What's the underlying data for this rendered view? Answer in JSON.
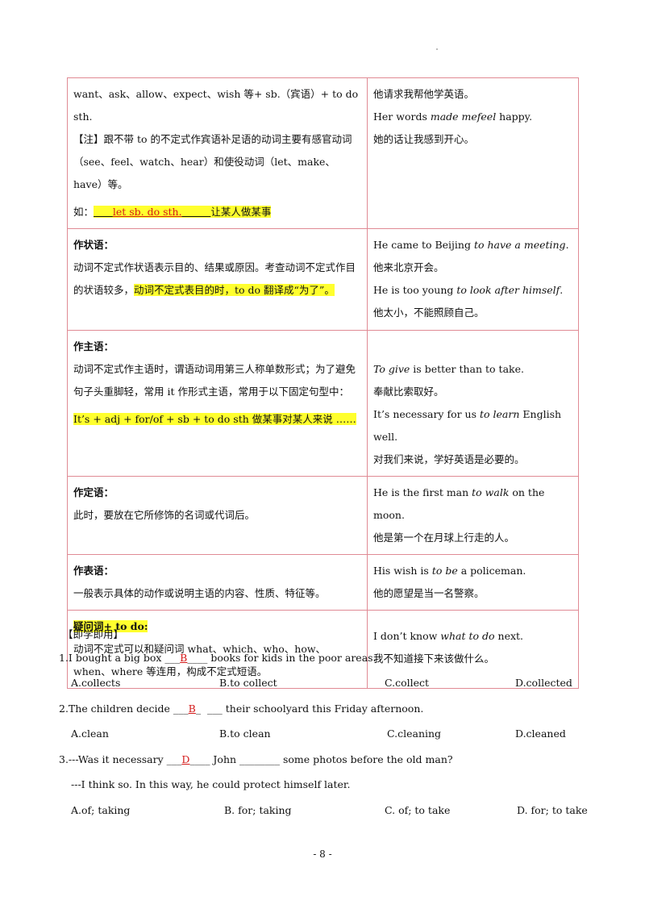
{
  "table": {
    "row1": {
      "left_line1": "want、ask、allow、expect、wish 等+ sb.（宾语）+ to do sth.",
      "left_note": "【注】跟不带 to 的不定式作宾语补足语的动词主要有感官动词（see、feel、watch、hear）和使役动词（let、make、have）等。",
      "left_example_prefix": "如：",
      "left_example_blank": "let sb. do sth.",
      "left_example_meaning": "让某人做某事",
      "right_1": "他请求我帮他学英语。",
      "right_2_pre": "Her words ",
      "right_2_em": "made mefeel",
      "right_2_post": " happy.",
      "right_3": "她的话让我感到开心。"
    },
    "row2": {
      "heading": "作状语：",
      "text_plain": "动词不定式作状语表示目的、结果或原因。考查动词不定式作目的状语较多，",
      "text_highlight": "动词不定式表目的时，to do 翻译成“为了”。",
      "right_1_pre": "He came to Beijing ",
      "right_1_em": "to have a meeting",
      "right_1_post": ".",
      "right_2": "他来北京开会。",
      "right_3_pre": "He is too young ",
      "right_3_em": "to look after himself",
      "right_3_post": ".",
      "right_4": "他太小，不能照顾自己。"
    },
    "row3": {
      "heading": "作主语：",
      "text": "动词不定式作主语时，谓语动词用第三人称单数形式；为了避免句子头重脚轻，常用 it 作形式主语，常用于以下固定句型中：",
      "pattern": "It’s + adj + for/of + sb + to do sth  做某事对某人来说 ……",
      "right_1_em": "To give",
      "right_1_post": " is better than to take.",
      "right_2": "奉献比索取好。",
      "right_3_pre": "It’s necessary for us ",
      "right_3_em": "to learn",
      "right_3_post": " English well.",
      "right_4": "对我们来说，学好英语是必要的。"
    },
    "row4": {
      "heading": "作定语：",
      "text": "此时，要放在它所修饰的名词或代词后。",
      "right_1_pre": "He is the first man ",
      "right_1_em": "to walk",
      "right_1_post": " on the moon.",
      "right_2": "他是第一个在月球上行走的人。"
    },
    "row5": {
      "heading": "作表语：",
      "text": "一般表示具体的动作或说明主语的内容、性质、特征等。",
      "right_1_pre": "His wish is ",
      "right_1_em": "to be",
      "right_1_post": " a policeman.",
      "right_2": "他的愿望是当一名警察。"
    },
    "row6": {
      "heading": "疑问词+ to do:",
      "text": "动词不定式可以和疑问词 what、which、who、how、when、where 等连用，构成不定式短语。",
      "right_1_pre": "I don’t know ",
      "right_1_em": "what to do",
      "right_1_post": " next.",
      "right_2": "我不知道接下来该做什么。"
    }
  },
  "practice": {
    "title": "【即学即用】",
    "q1": {
      "pre": "1.I bought a big box ___",
      "answer": "B",
      "post": "____ books for kids in the poor areas.",
      "options": [
        "A.collects",
        "B.to collect",
        "C.collect",
        "D.collected"
      ]
    },
    "q2": {
      "pre": "2.The children decide ___",
      "answer": "B",
      "post": "_  ___ their schoolyard this Friday afternoon.",
      "options": [
        "A.clean",
        "B.to clean",
        "C.cleaning",
        "D.cleaned"
      ]
    },
    "q3": {
      "pre": "3.---Was it necessary ___",
      "answer": "D",
      "post": "____ John ________ some photos before the old man?",
      "line2": "---I think so. In this way, he could protect himself later.",
      "options": [
        "A.of; taking",
        "B. for; taking",
        "C. of; to take",
        "D. for; to take"
      ]
    }
  },
  "page_number": "- 8 -",
  "colors": {
    "table_border": "#e08a94",
    "highlight": "#ffff2e",
    "answer_red": "#d41919"
  }
}
